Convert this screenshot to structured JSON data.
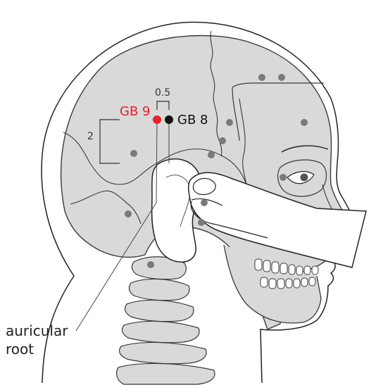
{
  "labels": {
    "gb9": "GB 9",
    "gb8": "GB 8",
    "half_measure": "0.5",
    "two_measure": "2",
    "auricular_line1": "auricular",
    "auricular_line2": "root"
  },
  "colors": {
    "gb9": "#e8202a",
    "gb8": "#111111",
    "bone": "#d9d9d9",
    "outline": "#3a3a3a",
    "gray_point": "#7a7a7a"
  }
}
